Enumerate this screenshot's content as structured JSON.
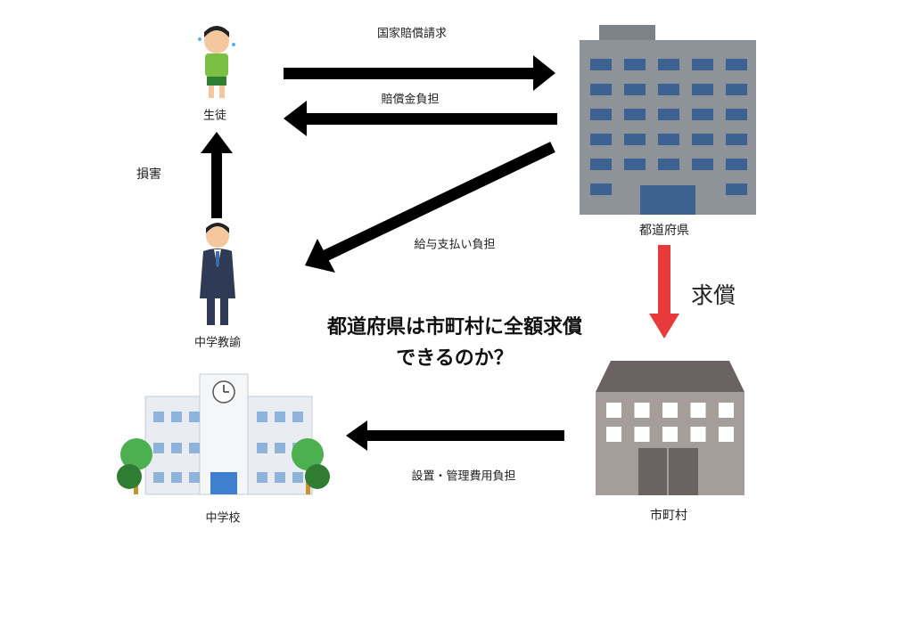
{
  "actors": {
    "student": "生徒",
    "teacher": "中学教諭",
    "prefecture": "都道府県",
    "municipality": "市町村",
    "school": "中学校"
  },
  "flows": {
    "state_compensation_claim": "国家賠償請求",
    "compensation_burden": "賠償金負担",
    "salary_burden": "給与支払い負担",
    "damage": "損害",
    "reimbursement": "求償",
    "facility_cost_burden": "設置・管理費用負担"
  },
  "question": {
    "line1": "都道府県は市町村に全額求償",
    "line2": "できるのか？"
  },
  "colors": {
    "arrow": "#000000",
    "reimbursement_arrow": "#e83a3a",
    "prefecture_building": "#8e9399",
    "prefecture_windows": "#3d6190",
    "municipality_roof": "#6b6361",
    "municipality_body": "#a59d9a"
  }
}
